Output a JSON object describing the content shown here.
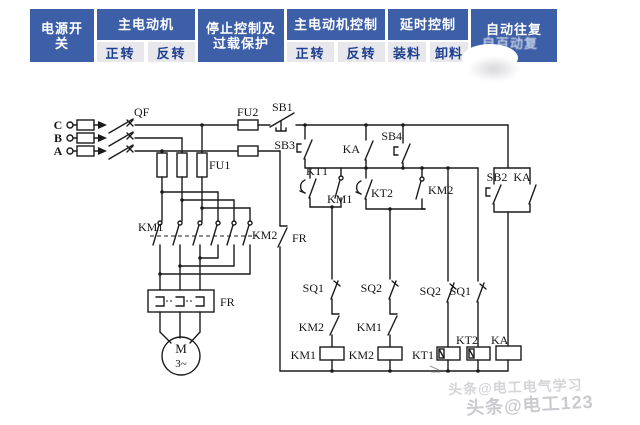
{
  "header": {
    "colors": {
      "header_bg": "#3d5fa7",
      "sub_bg": "#e8e8ec",
      "header_text": "#ffffff",
      "sub_text": "#1d3e8f"
    },
    "col_power": {
      "line1": "电源开",
      "line2": "关"
    },
    "col_motor": {
      "label": "主电动机",
      "sub1": "正转",
      "sub2": "反转"
    },
    "col_stop": {
      "line1": "停止控制及",
      "line2": "过载保护"
    },
    "col_motor_ctrl": {
      "label": "主电动机控制",
      "sub1": "正转",
      "sub2": "反转"
    },
    "col_delay": {
      "label": "延时控制",
      "sub1": "装料",
      "sub2": "卸料"
    },
    "col_auto": {
      "line1": "自动往复",
      "ghost": "自百动复"
    }
  },
  "schematic": {
    "labels": {
      "c": "C",
      "b": "B",
      "a": "A",
      "qf": "QF",
      "fu1": "FU1",
      "fu2": "FU2",
      "sb1": "SB1",
      "sb3": "SB3",
      "sb4": "SB4",
      "sb2": "SB2",
      "ka1": "KA",
      "ka2": "KA",
      "kt1c": "KT1",
      "km1aux": "KM1",
      "kt2c": "KT2",
      "km2aux": "KM2",
      "km1main": "KM1",
      "km2main": "KM2",
      "frc": "FR",
      "frbox": "FR",
      "sq1nc": "SQ1",
      "sq2nc": "SQ2",
      "sq2no": "SQ2",
      "sq1no": "SQ1",
      "km2lock": "KM2",
      "km1lock": "KM1",
      "km1coil": "KM1",
      "km2coil": "KM2",
      "kt1coil": "KT1",
      "kt2coil": "KT2",
      "kacoil": "KA",
      "m": "M",
      "m3": "3~"
    }
  },
  "watermarks": {
    "w1": "头条@电工电气学习",
    "w2": "头条@电工123"
  }
}
